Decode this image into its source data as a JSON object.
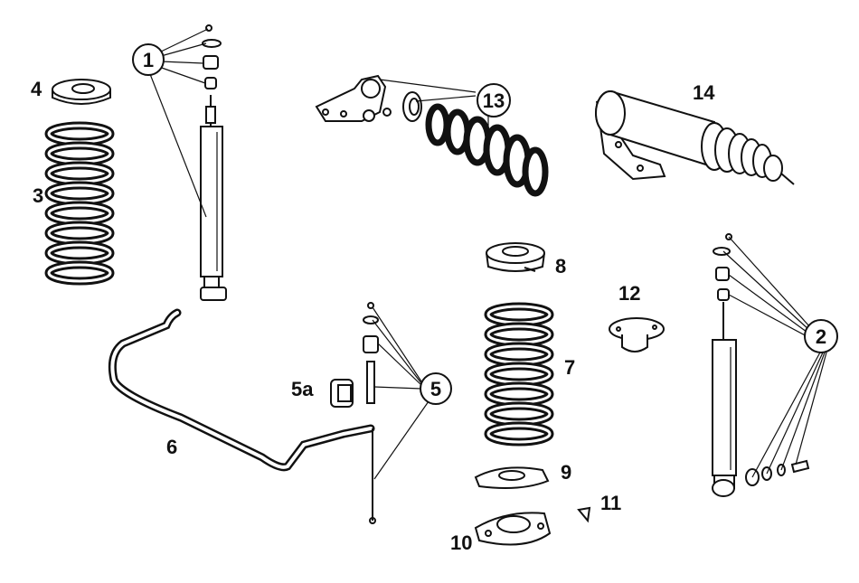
{
  "callouts": {
    "c1": "1",
    "c2": "2",
    "c3": "3",
    "c4": "4",
    "c5": "5",
    "c5a": "5a",
    "c6": "6",
    "c7": "7",
    "c8": "8",
    "c9": "9",
    "c10": "10",
    "c11": "11",
    "c12": "12",
    "c13": "13",
    "c14": "14"
  }
}
